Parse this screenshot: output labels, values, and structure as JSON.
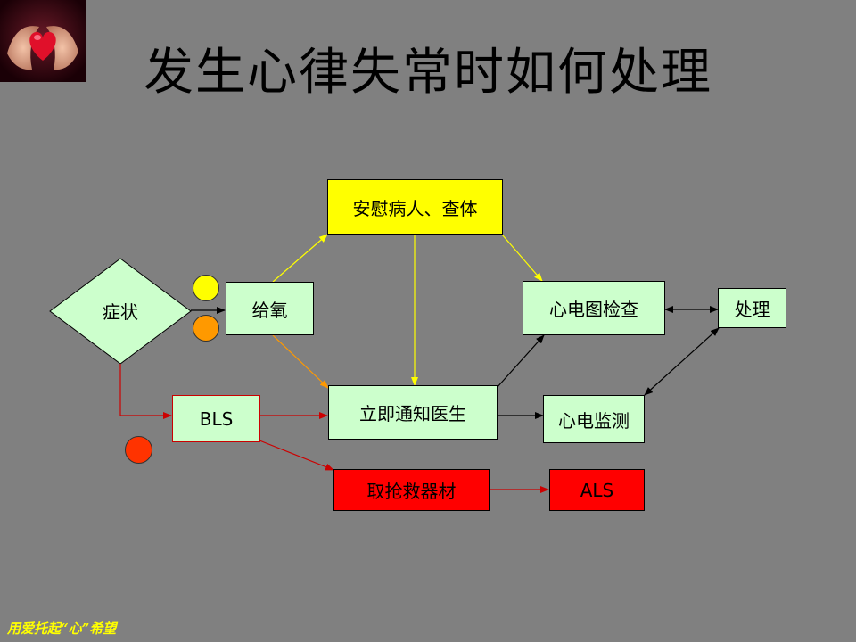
{
  "title": "发生心律失常时如何处理",
  "nodes": {
    "symptom": "症状",
    "oxygen": "给氧",
    "comfort": "安慰病人、查体",
    "notify": "立即通知医生",
    "bls": "BLS",
    "equipment": "取抢救器材",
    "ecg": "心电图检查",
    "monitor": "心电监测",
    "treatment": "处理",
    "als": "ALS"
  },
  "indicator_colors": {
    "yellow": "#ffff00",
    "orange": "#ff9900",
    "red": "#ff3300"
  },
  "footer": "用爱托起“心”希望"
}
